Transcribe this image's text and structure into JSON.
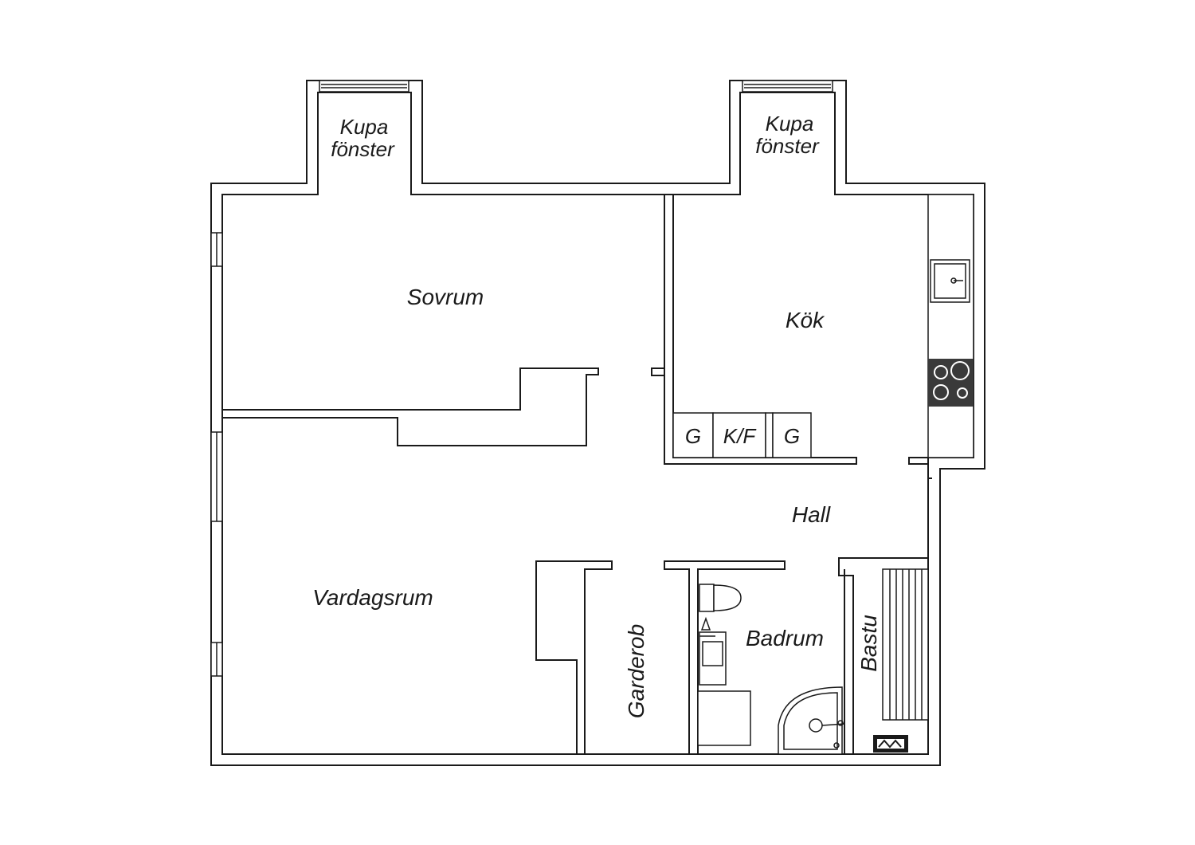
{
  "rooms": {
    "kupa_left_line1": "Kupa",
    "kupa_left_line2": "fönster",
    "kupa_right_line1": "Kupa",
    "kupa_right_line2": "fönster",
    "sovrum": "Sovrum",
    "kok": "Kök",
    "hall": "Hall",
    "vardagsrum": "Vardagsrum",
    "garderob": "Garderob",
    "badrum": "Badrum",
    "bastu": "Bastu"
  },
  "appliances": {
    "left": "G",
    "middle": "K/F",
    "right": "G"
  },
  "colors": {
    "line": "#1a1a1a",
    "background": "#ffffff",
    "stove": "#3a3a3a"
  }
}
